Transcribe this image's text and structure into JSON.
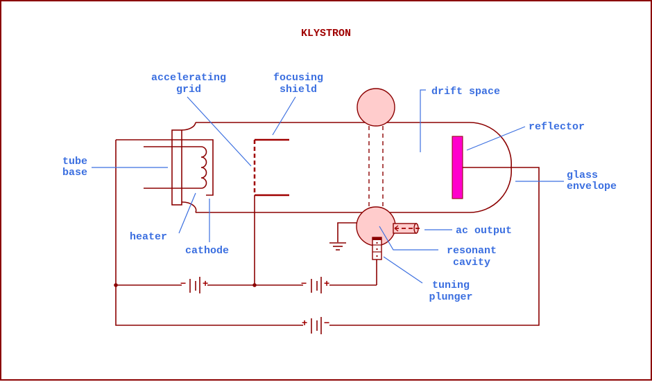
{
  "title": "KLYSTRON",
  "colors": {
    "wire": "#8b0000",
    "label": "#3b6fe0",
    "title": "#a00000",
    "cavity_fill": "#ffcccc",
    "reflector_fill": "#ff00cc"
  },
  "labels": {
    "accelerating_grid": [
      "accelerating",
      "grid"
    ],
    "focusing_shield": [
      "focusing",
      "shield"
    ],
    "drift_space": [
      "drift space"
    ],
    "reflector": [
      "reflector"
    ],
    "tube_base": [
      "tube",
      "base"
    ],
    "glass_envelope": [
      "glass",
      "envelope"
    ],
    "heater": [
      "heater"
    ],
    "cathode": [
      "cathode"
    ],
    "ac_output": [
      "ac output"
    ],
    "resonant_cavity": [
      "resonant",
      "cavity"
    ],
    "tuning_plunger": [
      "tuning",
      "plunger"
    ]
  },
  "batteries": {
    "left_middle": {
      "neg": "−",
      "pos": "+"
    },
    "right_middle": {
      "neg": "−",
      "pos": "+"
    },
    "bottom": {
      "pos": "+",
      "neg": "−"
    }
  },
  "icons": {
    "ground": "ground-icon",
    "heater_coil": "heater-coil-icon",
    "battery": "battery-icon"
  }
}
